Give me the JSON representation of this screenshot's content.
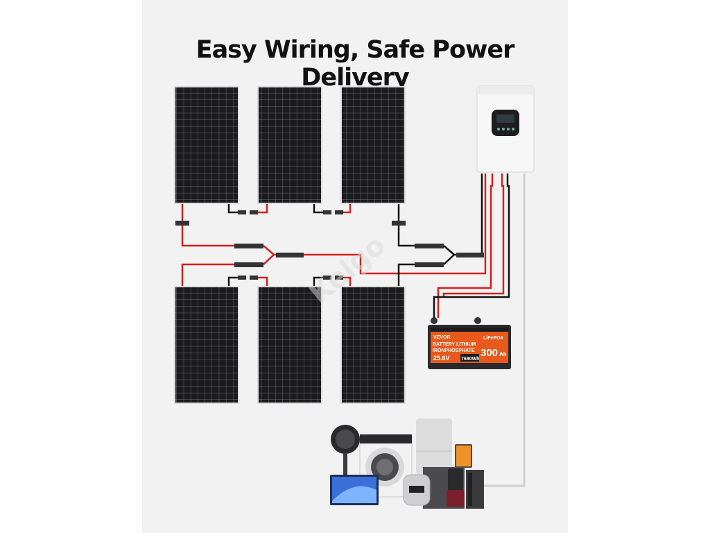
{
  "title": "Easy Wiring, Safe Power Delivery",
  "battery": {
    "brand": "VEVOR",
    "chem_line1": "BATTERY LITHIUM",
    "chem_line2": "IRONPHOSPHATE",
    "type": "LiFePO4",
    "capacity": "300",
    "capacity_unit": "Ah",
    "voltage": "25.6V",
    "energy": "7680Wh"
  },
  "watermark": "Kelgo",
  "colors": {
    "background": "#f2f2f2",
    "panel": "#1c1c1e",
    "panel_frame": "#cfcfcf",
    "positive_wire": "#d32020",
    "negative_wire": "#111111",
    "battery_accent": "#e8591c"
  },
  "icons": [
    "solar-panel-icon",
    "inverter-icon",
    "battery-icon",
    "appliances-icon"
  ]
}
